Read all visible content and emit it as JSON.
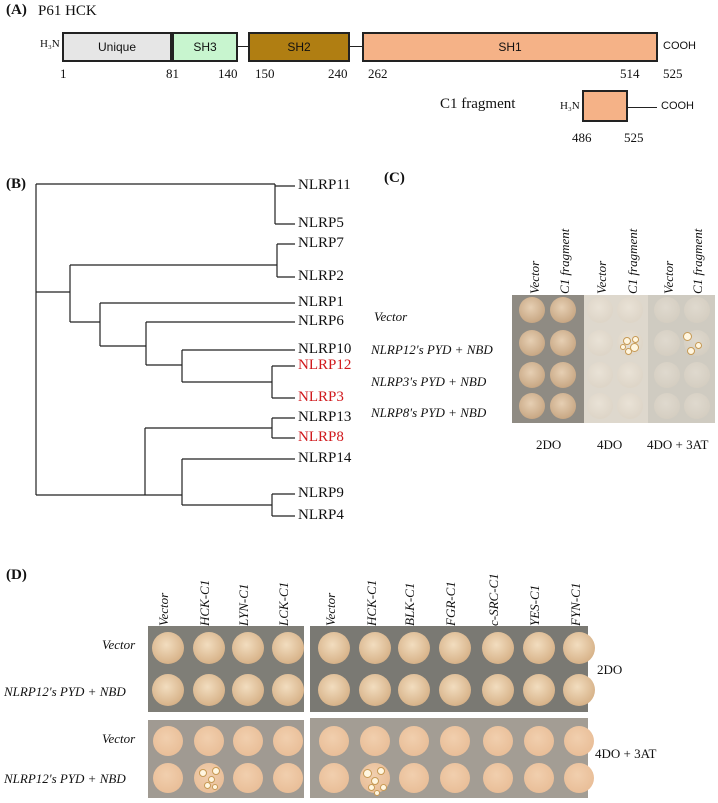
{
  "panel_a": {
    "letter": "(A)",
    "title": "P61 HCK",
    "nterm": "H₃N",
    "cterm": "COOH",
    "domains": [
      "Unique",
      "SH3",
      "SH2",
      "SH1"
    ],
    "positions": [
      "1",
      "81",
      "140",
      "150",
      "240",
      "262",
      "514",
      "525"
    ],
    "fragment_label": "C1 fragment",
    "fragment_nterm": "H₃N",
    "fragment_cterm": "COOH",
    "fragment_positions": [
      "486",
      "525"
    ],
    "colors": {
      "unique": "#e6e6e6",
      "sh3": "#c8f5cf",
      "sh2": "#b07e12",
      "sh1": "#f5b287"
    }
  },
  "panel_b": {
    "letter": "(B)",
    "leaves": [
      "NLRP11",
      "NLRP5",
      "NLRP7",
      "NLRP2",
      "NLRP1",
      "NLRP6",
      "NLRP10",
      "NLRP12",
      "NLRP3",
      "NLRP13",
      "NLRP8",
      "NLRP14",
      "NLRP9",
      "NLRP4"
    ],
    "highlight_color": "#d0181c"
  },
  "panel_c": {
    "letter": "(C)",
    "columns": [
      "Vector",
      "C1 fragment",
      "Vector",
      "C1 fragment",
      "Vector",
      "C1 fragment"
    ],
    "rows": [
      "Vector",
      "NLRP12's PYD + NBD",
      "NLRP3's PYD + NBD",
      "NLRP8's PYD + NBD"
    ],
    "conditions": [
      "2DO",
      "4DO",
      "4DO + 3AT"
    ]
  },
  "panel_d": {
    "letter": "(D)",
    "columns_left": [
      "Vector",
      "HCK-C1",
      "LYN-C1",
      "LCK-C1"
    ],
    "columns_right": [
      "Vector",
      "HCK-C1",
      "BLK-C1",
      "FGR-C1",
      "c-SRC-C1",
      "YES-C1",
      "FYN-C1"
    ],
    "rows_top": [
      "Vector",
      "NLRP12's PYD + NBD"
    ],
    "rows_bottom": [
      "Vector",
      "NLRP12's PYD + NBD"
    ],
    "conditions": [
      "2DO",
      "4DO + 3AT"
    ]
  }
}
